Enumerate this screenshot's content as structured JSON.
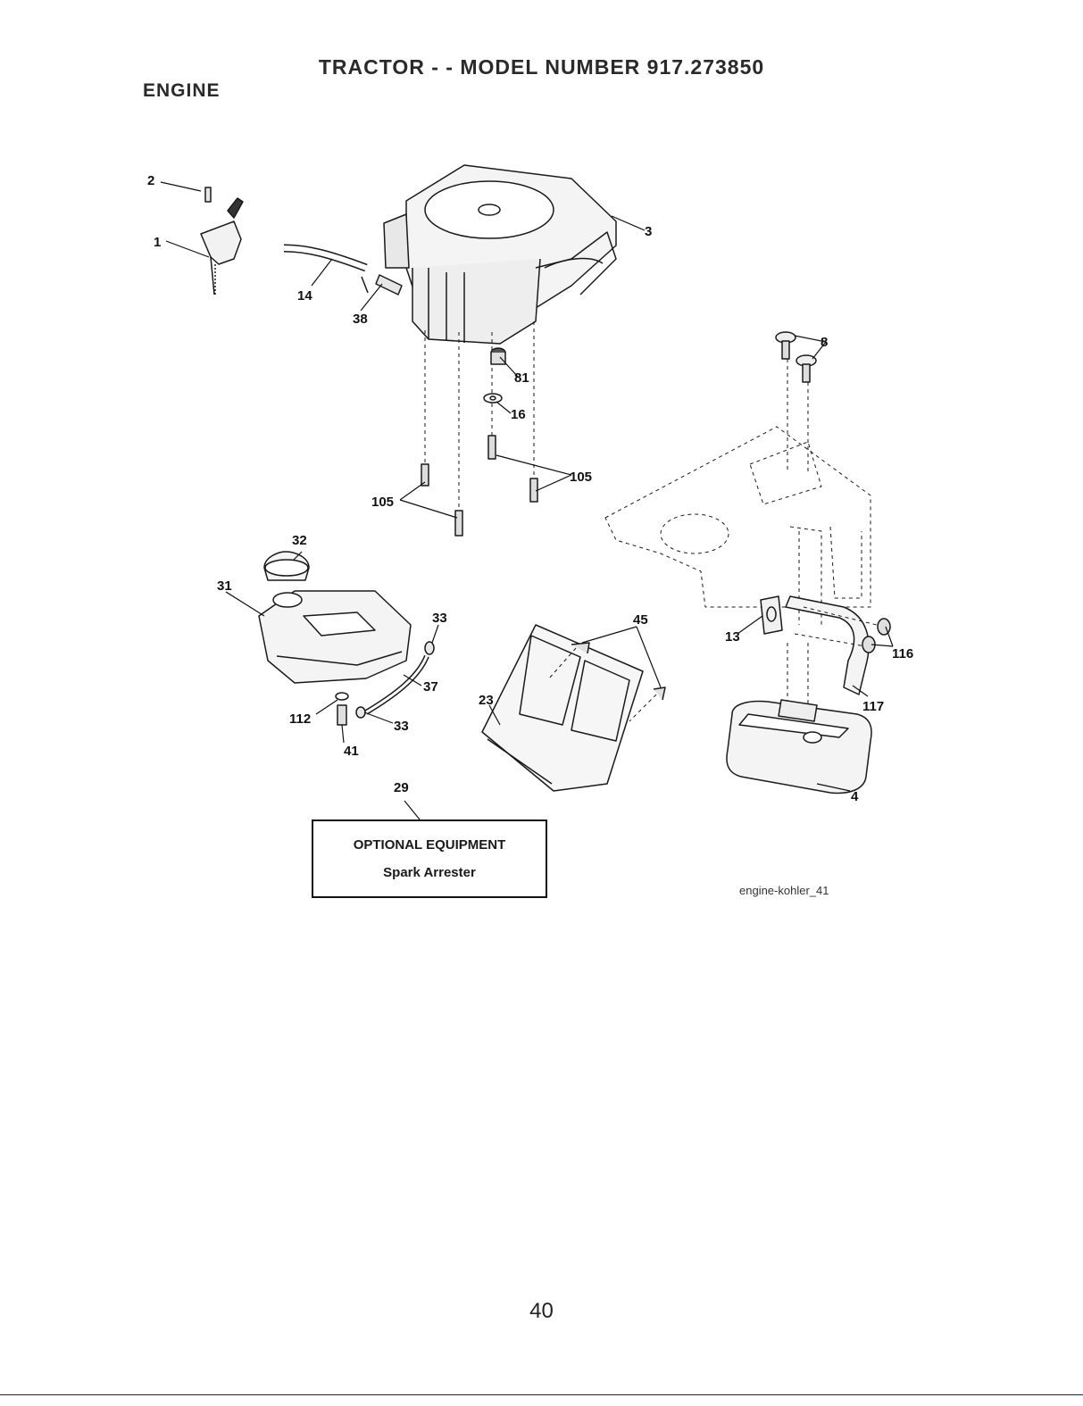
{
  "header": {
    "title": "TRACTOR - - MODEL NUMBER 917.273850",
    "section": "ENGINE"
  },
  "callouts": {
    "c1": "1",
    "c2": "2",
    "c3": "3",
    "c4": "4",
    "c8": "8",
    "c13": "13",
    "c14": "14",
    "c16": "16",
    "c23": "23",
    "c29": "29",
    "c31": "31",
    "c32": "32",
    "c33a": "33",
    "c33b": "33",
    "c37": "37",
    "c38": "38",
    "c41": "41",
    "c45": "45",
    "c81": "81",
    "c105a": "105",
    "c105b": "105",
    "c112": "112",
    "c116": "116",
    "c117": "117"
  },
  "optional": {
    "heading": "OPTIONAL EQUIPMENT",
    "item": "Spark Arrester"
  },
  "figure_code": "engine-kohler_41",
  "page_number": "40"
}
